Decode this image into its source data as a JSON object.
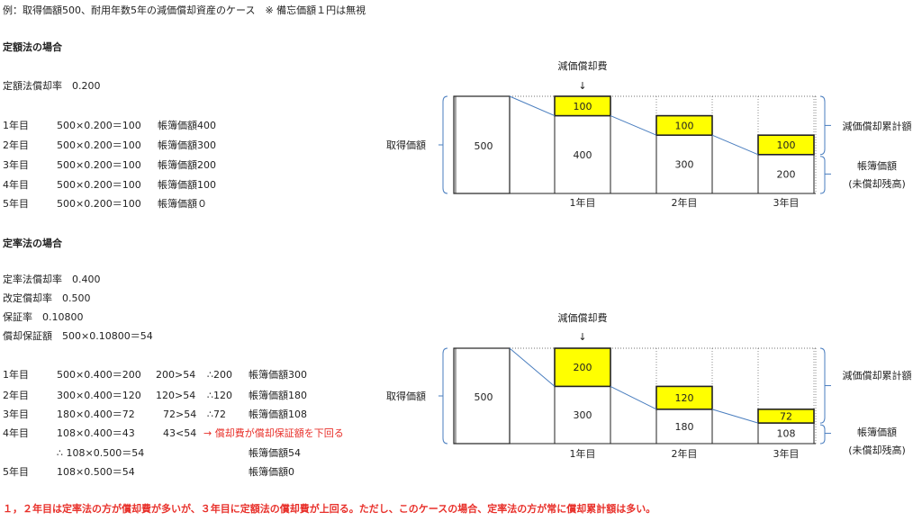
{
  "header": "例：取得価額500、耐用年数5年の減価償却資産のケース　※ 備忘価額１円は無視",
  "teigaku": {
    "title": "定額法の場合",
    "rate": "定額法償却率　0.200",
    "rows": [
      {
        "year": "1年目",
        "calc": "500×0.200＝100",
        "book": "帳簿価額400"
      },
      {
        "year": "2年目",
        "calc": "500×0.200＝100",
        "book": "帳簿価額300"
      },
      {
        "year": "3年目",
        "calc": "500×0.200＝100",
        "book": "帳簿価額200"
      },
      {
        "year": "4年目",
        "calc": "500×0.200＝100",
        "book": "帳簿価額100"
      },
      {
        "year": "5年目",
        "calc": "500×0.200＝100",
        "book": "帳簿価額０"
      }
    ]
  },
  "teiritsu": {
    "title": "定率法の場合",
    "rate": "定率法償却率　0.400",
    "revised": "改定償却率　0.500",
    "guarantee": "保証率　0.10800",
    "guarantee_amount": "償却保証額　500×0.10800＝54",
    "rows": [
      {
        "year": "1年目",
        "calc": "500×0.400＝200",
        "cmp": "200>54",
        "res": "∴200",
        "book": "帳簿価額300"
      },
      {
        "year": "2年目",
        "calc": "300×0.400＝120",
        "cmp": "120>54",
        "res": "∴120",
        "book": "帳簿価額180"
      },
      {
        "year": "3年目",
        "calc": "180×0.400＝72",
        "cmp": "72>54",
        "res": "∴72",
        "book": "帳簿価額108"
      },
      {
        "year": "4年目",
        "calc": "108×0.400＝43",
        "cmp": "43<54",
        "note": "→ 償却費が償却保証額を下回る"
      },
      {
        "sub": "∴ 108×0.500＝54",
        "book": "帳簿価額54"
      },
      {
        "year": "5年目",
        "calc": "108×0.500＝54",
        "book": "帳簿価額0"
      }
    ]
  },
  "conclusion": "１，２年目は定率法の方が償却費が多いが、３年目に定額法の償却費が上回る。ただし、このケースの場合、定率法の方が常に償却累計額は多い。",
  "diagram_labels": {
    "depreciation": "減価償却費",
    "arrow": "↓",
    "acquisition": "取得価額",
    "accumulated": "減価償却累計額",
    "book_value": "帳簿価額",
    "book_value_sub": "(未償却残高)"
  },
  "chart_data": [
    {
      "type": "bar",
      "categories": [
        "",
        "1年目",
        "2年目",
        "3年目"
      ],
      "initial": "500",
      "depreciation": [
        "100",
        "100",
        "100"
      ],
      "book": [
        "400",
        "300",
        "200"
      ],
      "dep_values": [
        100,
        100,
        100
      ],
      "book_values": [
        400,
        300,
        200
      ],
      "total": 500
    },
    {
      "type": "bar",
      "categories": [
        "",
        "1年目",
        "2年目",
        "3年目"
      ],
      "initial": "500",
      "depreciation": [
        "200",
        "120",
        "72"
      ],
      "book": [
        "300",
        "180",
        "108"
      ],
      "dep_values": [
        200,
        120,
        72
      ],
      "book_values": [
        300,
        180,
        108
      ],
      "total": 500
    }
  ],
  "colors": {
    "highlight": "#ffff00",
    "red": "#e8302a",
    "line": "#4a7ebf"
  }
}
